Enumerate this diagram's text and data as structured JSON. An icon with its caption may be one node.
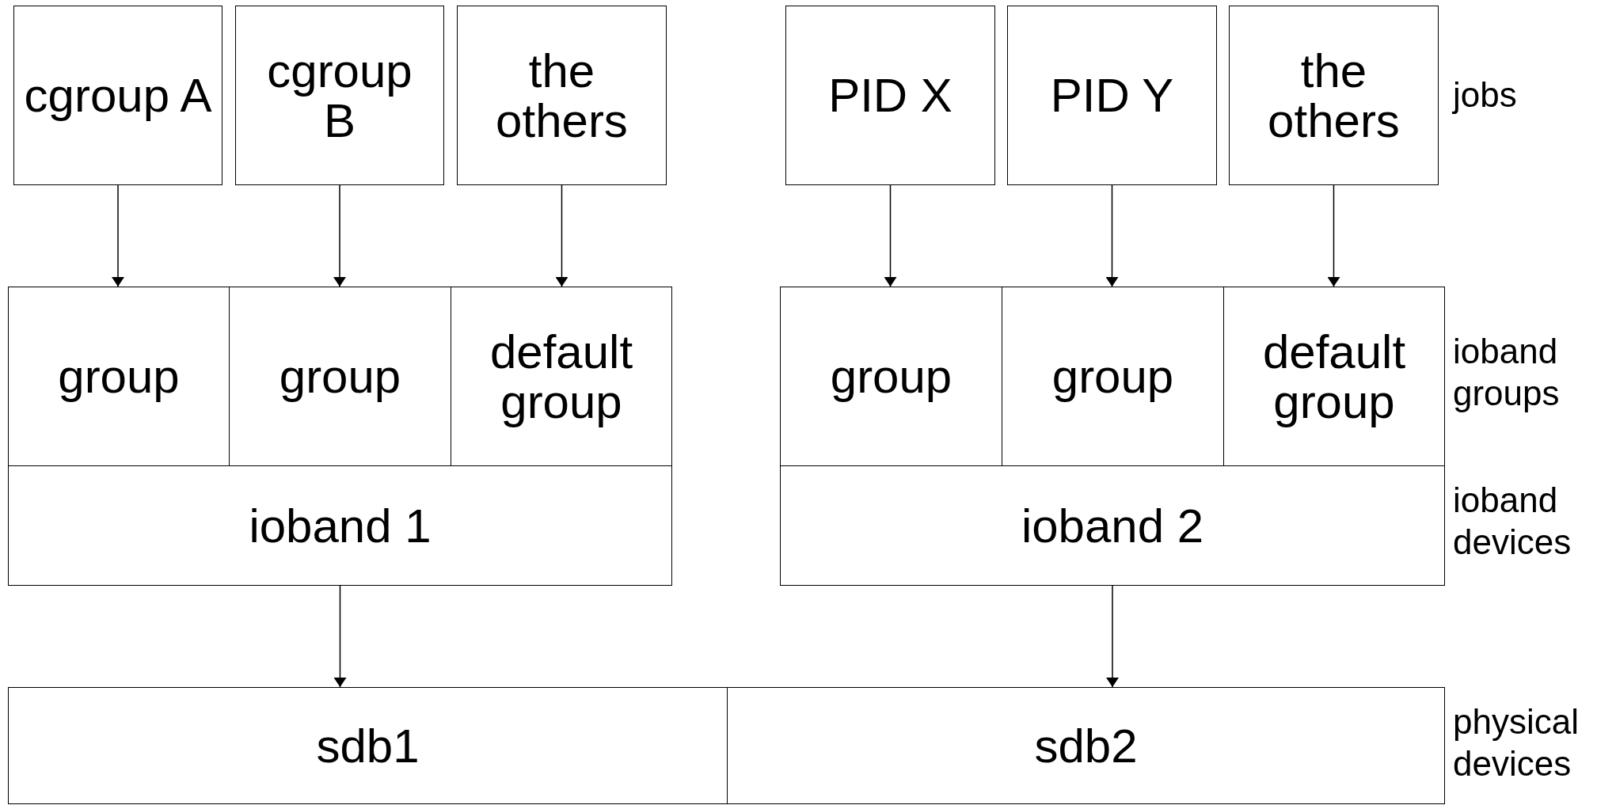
{
  "diagram": {
    "nodes": [
      {
        "text": [
          "cgroup A"
        ]
      },
      {
        "text": [
          "cgroup B"
        ]
      },
      {
        "text": [
          "the others"
        ]
      },
      {
        "text": [
          "PID X"
        ]
      },
      {
        "text": [
          "PID Y"
        ]
      },
      {
        "text": [
          "the others"
        ]
      },
      {
        "text": [
          "group"
        ]
      },
      {
        "text": [
          "group"
        ]
      },
      {
        "text": [
          "default group"
        ]
      },
      {
        "text": [
          "group"
        ]
      },
      {
        "text": [
          "group"
        ]
      },
      {
        "text": [
          "default group"
        ]
      },
      {
        "text": [
          "ioband 1"
        ]
      },
      {
        "text": [
          "ioband 2"
        ]
      },
      {
        "text": [
          "sdb1"
        ]
      },
      {
        "text": [
          "sdb2"
        ]
      }
    ],
    "edges": [
      {
        "from": 0,
        "to": 6,
        "arrow": "to"
      },
      {
        "from": 1,
        "to": 7,
        "arrow": "to"
      },
      {
        "from": 2,
        "to": 8,
        "arrow": "to"
      },
      {
        "from": 3,
        "to": 9,
        "arrow": "to"
      },
      {
        "from": 4,
        "to": 10,
        "arrow": "to"
      },
      {
        "from": 5,
        "to": 11,
        "arrow": "to"
      },
      {
        "from": 12,
        "to": 14,
        "arrow": "to"
      },
      {
        "from": 13,
        "to": 15,
        "arrow": "to"
      }
    ],
    "labels": [
      "jobs",
      "ioband groups",
      "ioband devices",
      "physical devices"
    ]
  }
}
